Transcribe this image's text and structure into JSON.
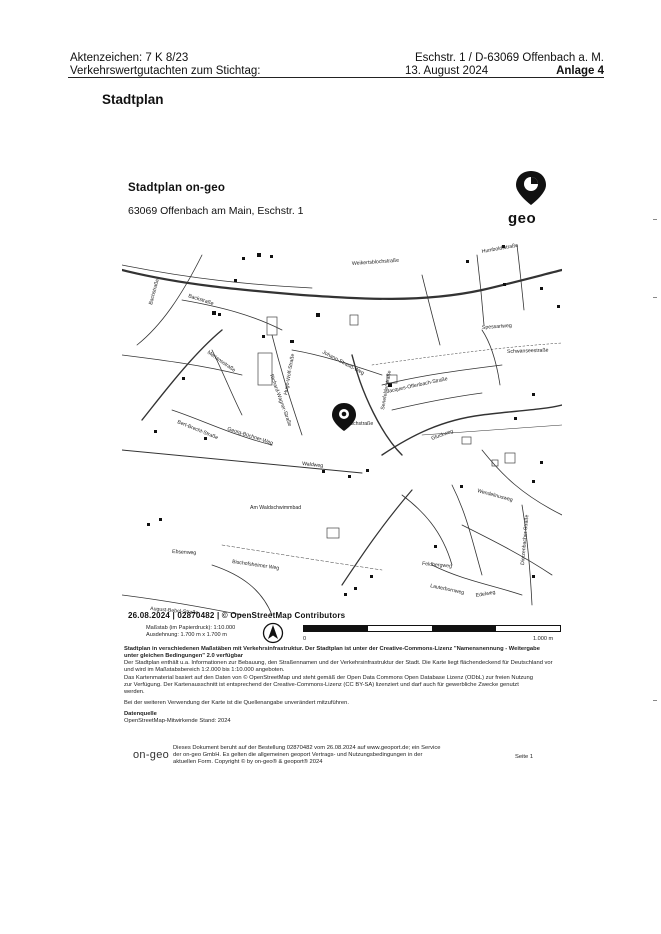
{
  "header": {
    "left_line1": "Aktenzeichen: 7 K 8/23",
    "left_line2": "Verkehrswertgutachten zum Stichtag:",
    "right_line1": "Eschstr. 1 / D-63069 Offenbach a. M.",
    "date": "13. August 2024",
    "annex": "Anlage 4"
  },
  "page_title": "Stadtplan",
  "card": {
    "title": "Stadtplan on-geo",
    "address": "63069 Offenbach am Main, Eschstr. 1",
    "brand": "geo"
  },
  "map": {
    "streets": [
      "Weikertsblochstraße",
      "Humboldtstraße",
      "Bachstraße",
      "Backstraße",
      "Johann-Strauß-Weg",
      "Eschstraße",
      "Am Waldschwimmbad",
      "Waldweg",
      "Ebsenweg",
      "Bischofsheimer Weg",
      "Senefelderstraße",
      "Jacques-Offenbach-Straße",
      "Spessartweg",
      "Schwanseestraße",
      "Lauterbornweg",
      "Edelweg",
      "Wendelinusweg",
      "Feldbergweg",
      "Dietzenbacher Straße",
      "August-Bebel-Straße",
      "Meriansstraße",
      "Richard-Wagner-Straße",
      "Hugo-Wolf-Straße",
      "Gluckweg",
      "Bert-Brecht-Straße",
      "Georg-Büchner-Weg"
    ],
    "stamp": "26.08.2024 | 02870482 | © OpenStreetMap Contributors"
  },
  "scale": {
    "line1": "Maßstab (im Papierdruck): 1:10.000",
    "line2": "Ausdehnung: 1.700 m x 1.700 m",
    "start": "0",
    "end": "1.000 m"
  },
  "notes": {
    "license_bold": "Stadtplan in verschiedenen Maßstäben mit Verkehrsinfrastruktur. Der Stadtplan ist unter der Creative-Commons-Lizenz \"Namensnennung - Weitergabe unter gleichen Bedingungen\" 2.0 verfügbar",
    "license_text": "Der Stadtplan enthält u.a. Informationen zur Bebauung, den Straßennamen und der Verkehrsinfrastruktur der Stadt. Die Karte liegt flächendeckend für Deutschland vor und wird im Maßstabsbereich 1:2.000 bis 1:10.000 angeboten.",
    "data_line1": "Das Kartenmaterial basiert auf den Daten von © OpenStreetMap und steht gemäß der Open Data Commons Open Database Lizenz (ODbL) zur freien Nutzung",
    "data_line2": "zur Verfügung. Der Kartenausschnitt ist entsprechend der Creative-Commons-Lizenz (CC BY-SA) lizenziert und darf auch für gewerbliche Zwecke genutzt",
    "data_line3": "werden.",
    "reuse": "Bei der weiteren Verwendung der Karte ist die Quellenangabe unverändert mitzuführen.",
    "source_label": "Datenquelle",
    "source_value": "OpenStreetMap-Mitwirkende Stand: 2024"
  },
  "footer": {
    "logo": "on-geo",
    "text_line1": "Dieses Dokument beruht auf der Bestellung 02870482 vom 26.08.2024 auf www.geoport.de; ein Service",
    "text_line2": "der on-geo GmbH. Es gelten die allgemeinen geoport Vertrags- und Nutzungsbedingungen in der",
    "text_line3": "aktuellen Form. Copyright © by on-geo® & geoport® 2024",
    "page": "Seite 1"
  },
  "icons": {
    "brand_pin": "geo-location-pin-icon",
    "north": "north-arrow-icon",
    "target": "target-location-marker-icon"
  }
}
